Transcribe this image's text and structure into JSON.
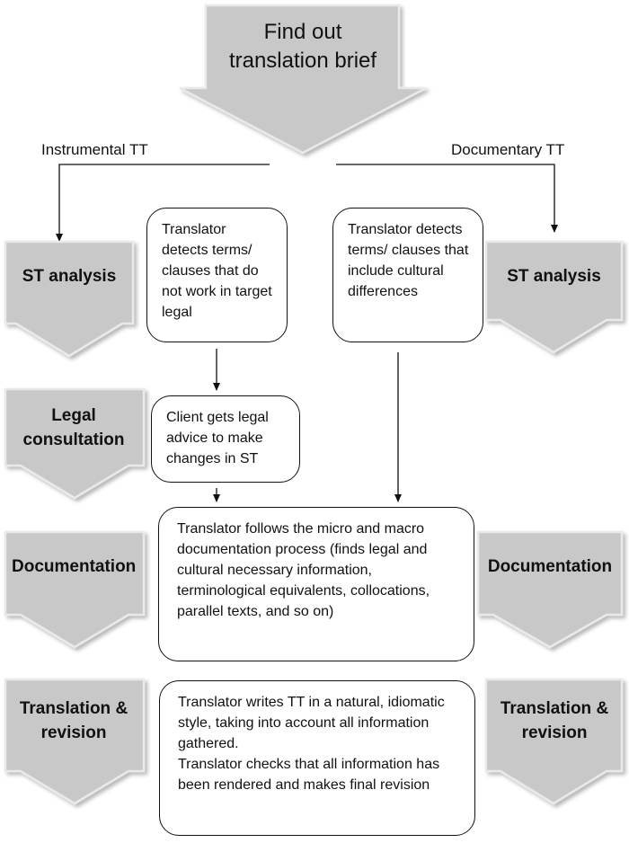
{
  "flow": {
    "start": {
      "label_line1": "Find out",
      "label_line2": "translation brief"
    },
    "branches": {
      "left": "Instrumental  TT",
      "right": "Documentary TT"
    },
    "left_steps": [
      "ST analysis",
      "Legal consultation",
      "Documentation",
      "Translation & revision"
    ],
    "right_steps": [
      "ST analysis",
      "Documentation",
      "Translation & revision"
    ],
    "notes": {
      "detect_left": "Translator detects terms/ clauses that do not work in target legal",
      "detect_right": "Translator detects terms/ clauses that include cultural differences",
      "client": "Client gets legal advice to make changes in ST",
      "documentation": "Translator follows the micro and macro documentation process (finds legal and cultural necessary information, terminological equivalents, collocations, parallel texts, and so on)",
      "translation_line1": "Translator writes TT in a natural, idiomatic style, taking into account all information gathered.",
      "translation_line2": "Translator checks that all information has been rendered and makes final revision"
    }
  },
  "colors": {
    "shape_fill": "#c8c8c8",
    "shape_outline": "#e9e9e9",
    "line": "#111111"
  }
}
